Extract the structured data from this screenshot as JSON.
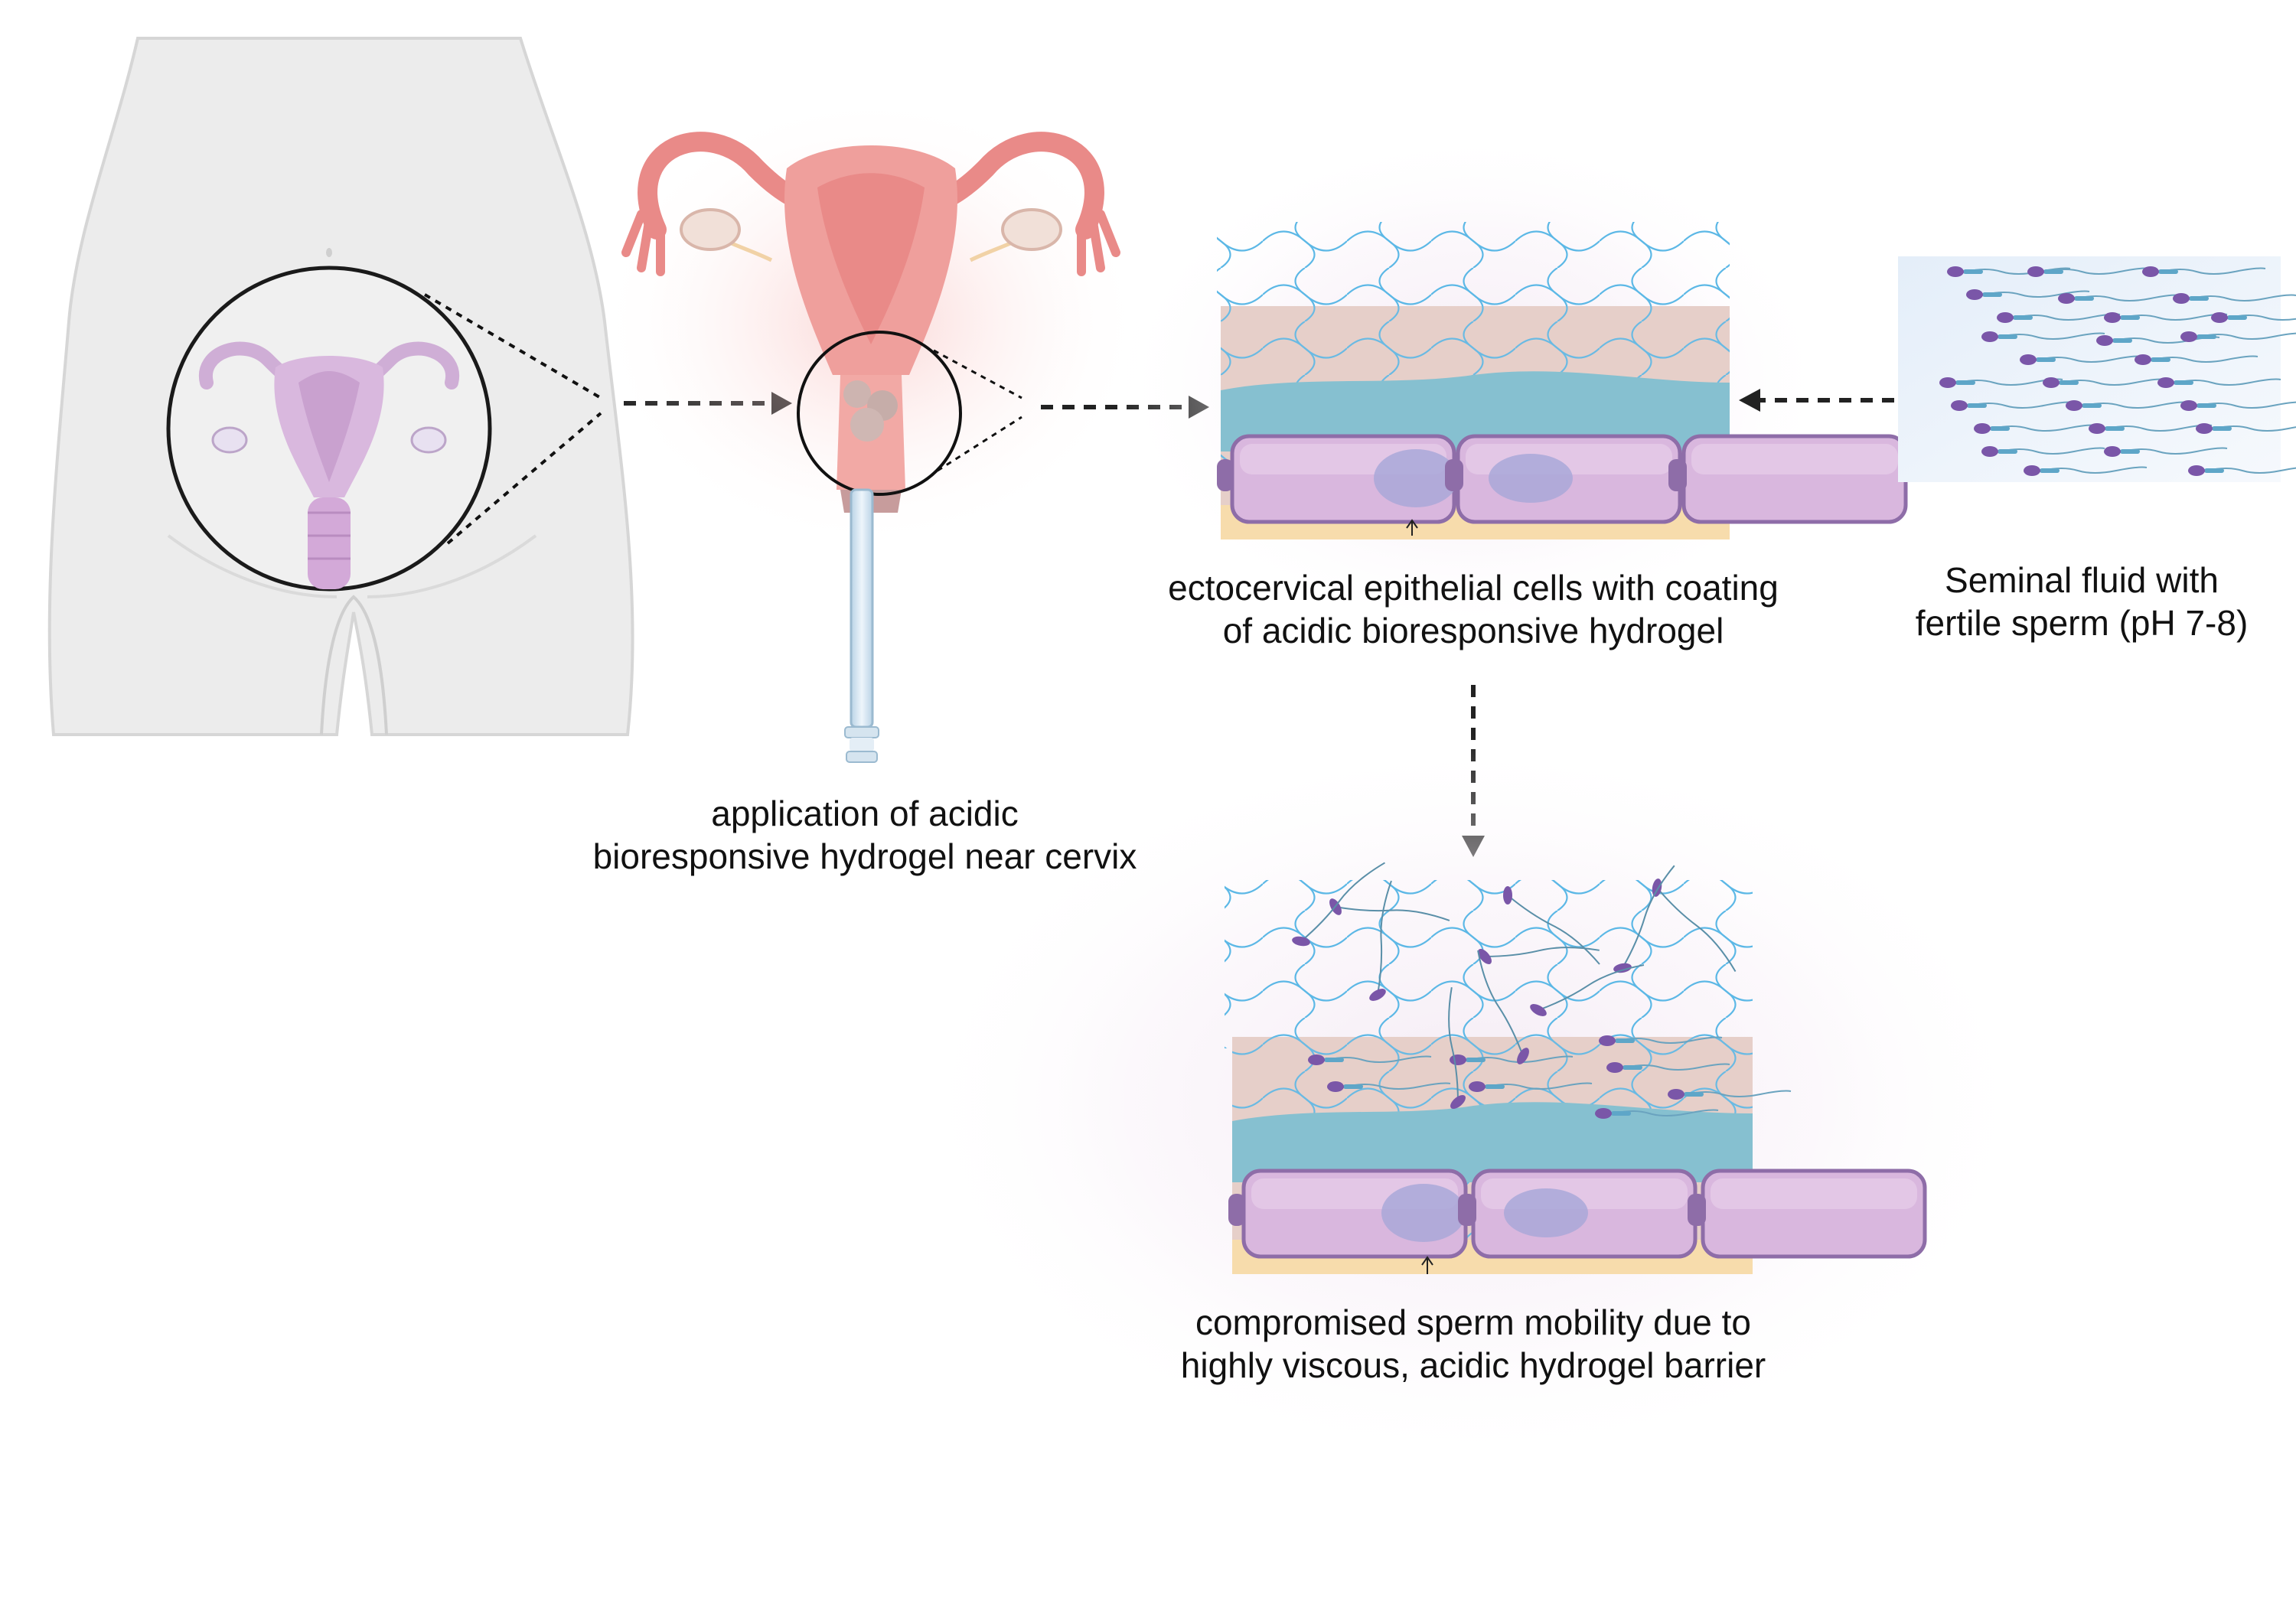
{
  "captions": {
    "application": {
      "line1": "application of acidic",
      "line2": "bioresponsive hydrogel near cervix"
    },
    "coating": {
      "line1": "ectocervical epithelial cells with coating",
      "line2": "of acidic bioresponsive hydrogel"
    },
    "seminal": {
      "line1": "Seminal fluid with",
      "line2": "fertile sperm (pH 7-8)"
    },
    "outcome": {
      "line1": "compromised sperm mobility due to",
      "line2": "highly viscous, acidic hydrogel barrier"
    }
  },
  "icons": [
    "female-torso",
    "magnifier-circle",
    "uterus",
    "applicator",
    "epithelium-panel",
    "sperm-panel",
    "arrow"
  ],
  "colors": {
    "uterus": "#e98a88",
    "uterus_glow": "#f6b3b2",
    "uterus_small": "#cfaed6",
    "hydrogel_mesh": "#5cb8e6",
    "mucus_layer": "#e6cfc9",
    "fluid_layer": "#86c0d0",
    "cell_fill": "#d9b7de",
    "cell_border": "#8e6da8",
    "nucleus": "#a9a8d8",
    "basement": "#f7dcac",
    "sperm_head": "#7a56a8",
    "sperm_mid": "#5ea6c8",
    "arrow": "#222222"
  }
}
